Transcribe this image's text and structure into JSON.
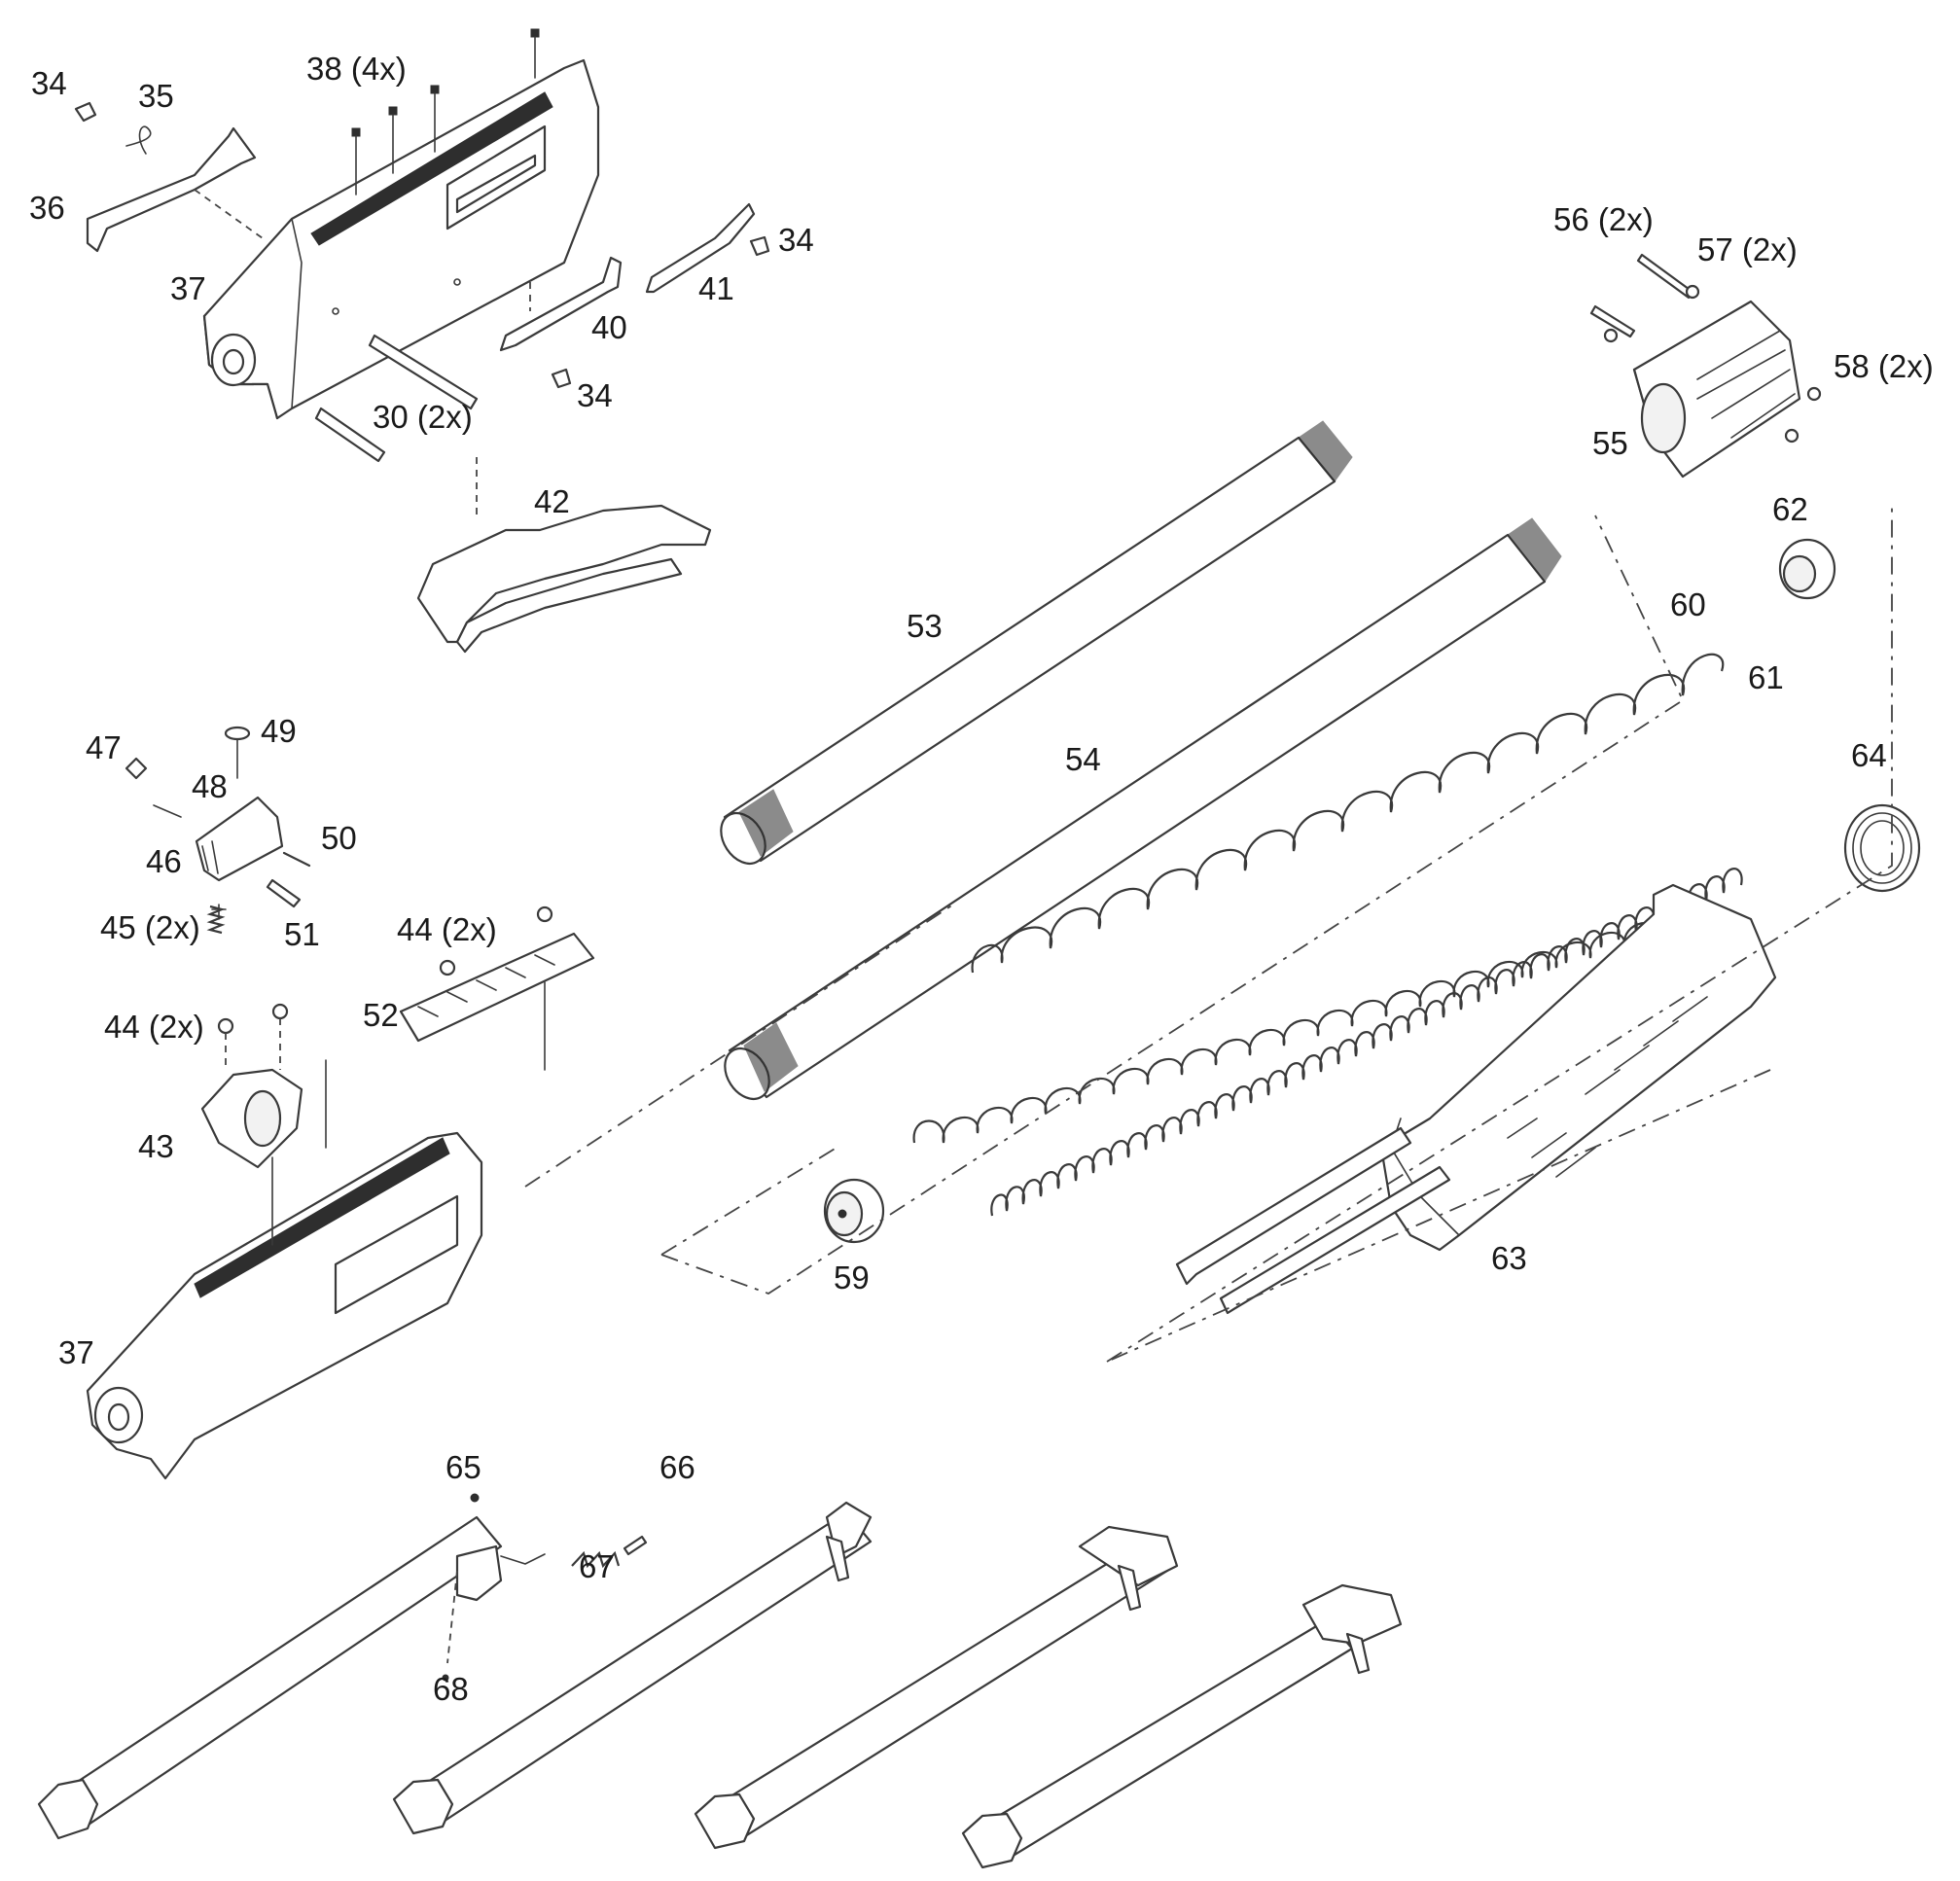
{
  "callouts": {
    "c34a": "34",
    "c35": "35",
    "c36": "36",
    "c37a": "37",
    "c38": "38 (4x)",
    "c30": "30 (2x)",
    "c40": "40",
    "c41": "41",
    "c34b": "34",
    "c34c": "34",
    "c42": "42",
    "c53": "53",
    "c54": "54",
    "c55": "55",
    "c56": "56 (2x)",
    "c57": "57 (2x)",
    "c58": "58 (2x)",
    "c59": "59",
    "c60": "60",
    "c61": "61",
    "c62": "62",
    "c63": "63",
    "c64": "64",
    "c43": "43",
    "c44a": "44 (2x)",
    "c44b": "44 (2x)",
    "c45": "45 (2x)",
    "c46": "46",
    "c47": "47",
    "c48": "48",
    "c49": "49",
    "c50": "50",
    "c51": "51",
    "c52": "52",
    "c37b": "37",
    "c65": "65",
    "c66": "66",
    "c67": "67",
    "c68": "68"
  }
}
